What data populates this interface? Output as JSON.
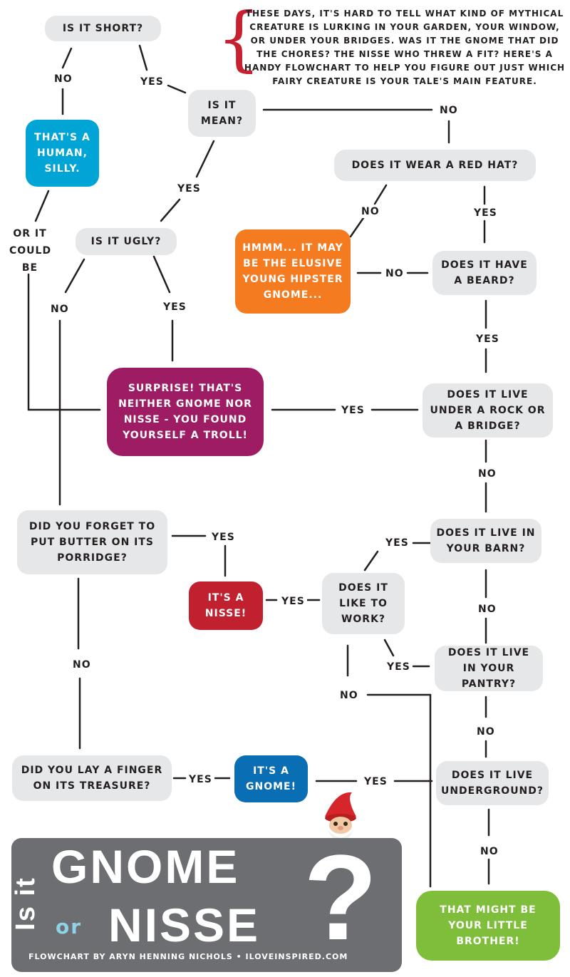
{
  "intro": "These days, it's hard to tell what kind of mythical creature is lurking in your garden, your window, or under your bridges. Was it the gnome that did the chores? The nisse who threw a fit? Here's a handy flowchart to help you figure out just which fairy creature is your tale's main feature.",
  "nodes": {
    "is_it_short": "Is it short?",
    "human": "That's a human, silly.",
    "is_it_mean": "Is it mean?",
    "red_hat": "Does it wear a red hat?",
    "hipster": "Hmmm... it may be the elusive young hipster gnome...",
    "beard": "Does it have a beard?",
    "ugly": "Is it ugly?",
    "troll": "Surprise! That's neither gnome nor nisse - you found yourself a troll!",
    "rock_bridge": "Does it live under a rock or a bridge?",
    "butter": "Did you forget to put butter on its porridge?",
    "barn": "Does it live in your barn?",
    "nisse": "It's a nisse!",
    "like_work": "Does it like to work?",
    "pantry": "Does it live in your pantry?",
    "treasure": "Did you lay a finger on its treasure?",
    "gnome": "It's a gnome!",
    "underground": "Does it live underground?",
    "brother": "That might be your little brother!"
  },
  "labels": {
    "no": "No",
    "yes": "Yes",
    "or_it_could_be": "or it could be"
  },
  "colors": {
    "question_bg": "#e6e7e8",
    "human": "#00a5d6",
    "hipster": "#f47b20",
    "troll": "#9d1c63",
    "nisse": "#c1202f",
    "gnome": "#0a6eb4",
    "brother": "#7fbe3a",
    "title_panel": "#6d6e71",
    "brace": "#c8202f"
  },
  "title": {
    "is_it": "Is it",
    "gnome": "GNOME",
    "or": "or",
    "nisse": "NISSE",
    "qmark": "?",
    "credit": "Flowchart by Aryn Henning Nichols • iloveinspired.com"
  }
}
